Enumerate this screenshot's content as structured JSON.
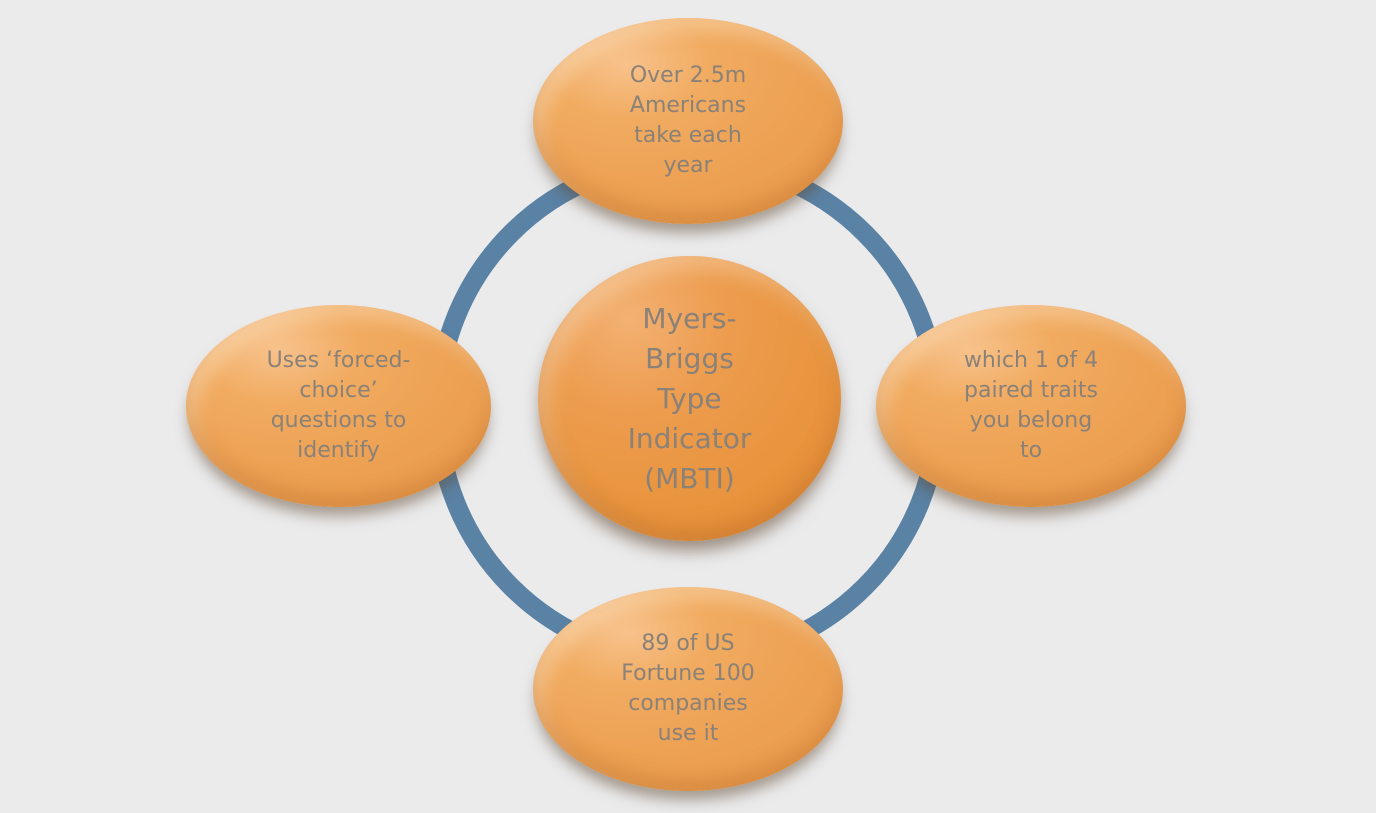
{
  "diagram": {
    "center": {
      "label": "Myers-\nBriggs\nType\nIndicator\n(MBTI)"
    },
    "nodes": [
      {
        "position": "top",
        "label": "Over 2.5m\nAmericans\ntake each\nyear"
      },
      {
        "position": "right",
        "label": "which 1 of 4\npaired traits\nyou belong\nto"
      },
      {
        "position": "bottom",
        "label": "89 of US\nFortune 100\ncompanies\nuse it"
      },
      {
        "position": "left",
        "label": "Uses ‘forced-\nchoice’\nquestions to\nidentify"
      }
    ],
    "colors": {
      "node_fill": "#eda153",
      "center_fill": "#e9943e",
      "ring": "#5a82a5",
      "text": "#8a8178",
      "background": "#ebebec"
    }
  }
}
